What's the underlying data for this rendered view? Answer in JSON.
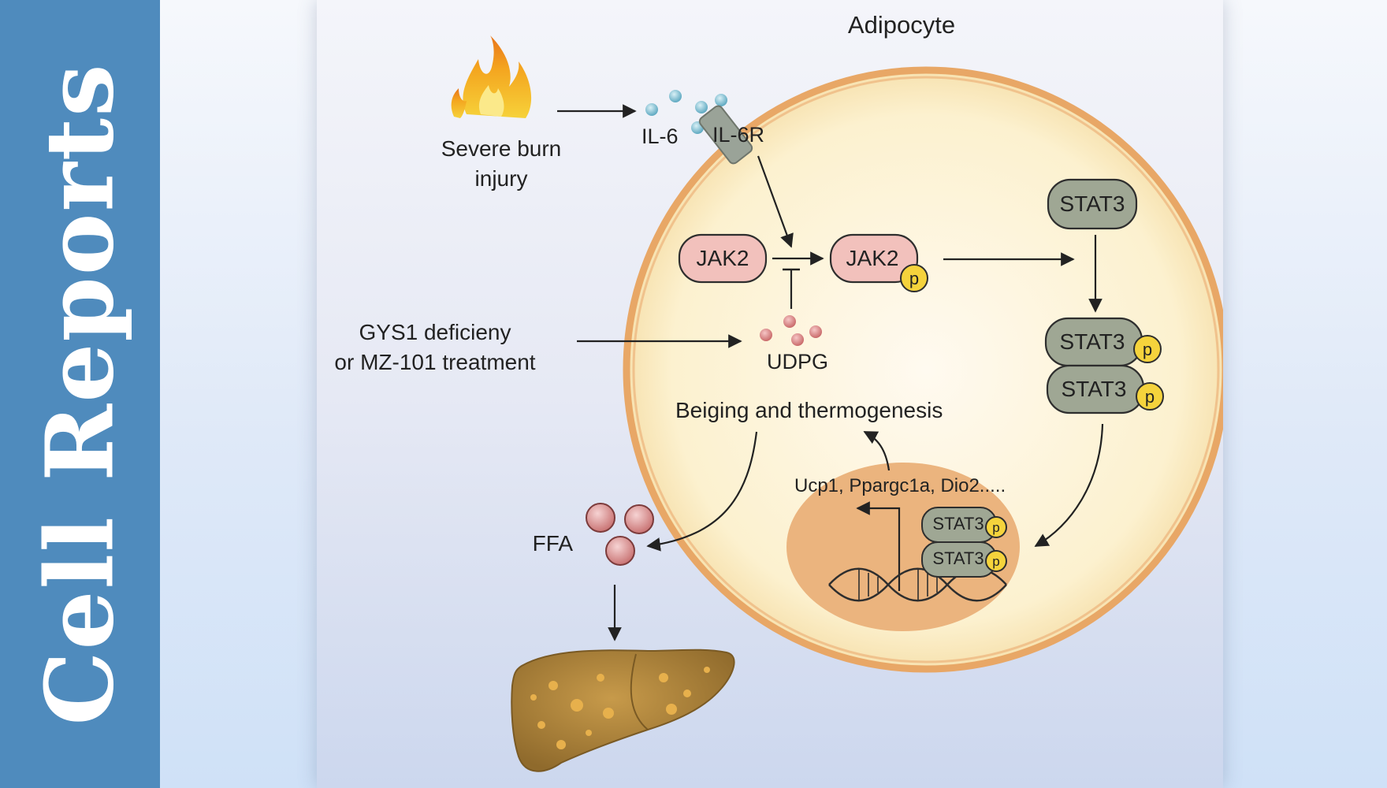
{
  "sidebar": {
    "journal": "Cell Reports"
  },
  "diagram": {
    "cell_label": "Adipocyte",
    "stimulus": {
      "line1": "Severe burn",
      "line2": "injury"
    },
    "ligand": "IL-6",
    "receptor": "IL-6R",
    "inhibitor": {
      "line1": "GYS1 deficieny",
      "line2": "or MZ-101 treatment"
    },
    "metabolite": "UDPG",
    "kinase": "JAK2",
    "phospho": "p",
    "tf": "STAT3",
    "outcome": "Beiging and thermogenesis",
    "genes": "Ucp1, Ppargc1a, Dio2.....",
    "product": "FFA"
  },
  "colors": {
    "sidebar": "#4f8bbd",
    "cell_membrane": "#e8a766",
    "cytoplasm": "#fcf3d4",
    "nucleus": "#ebb47e",
    "jak2": "#f2c1bc",
    "stat3": "#9fa794",
    "phospho": "#f5d33c",
    "udpg": "#c96a6a",
    "il6": "#7fc1d4",
    "liver": "#b7893e"
  }
}
